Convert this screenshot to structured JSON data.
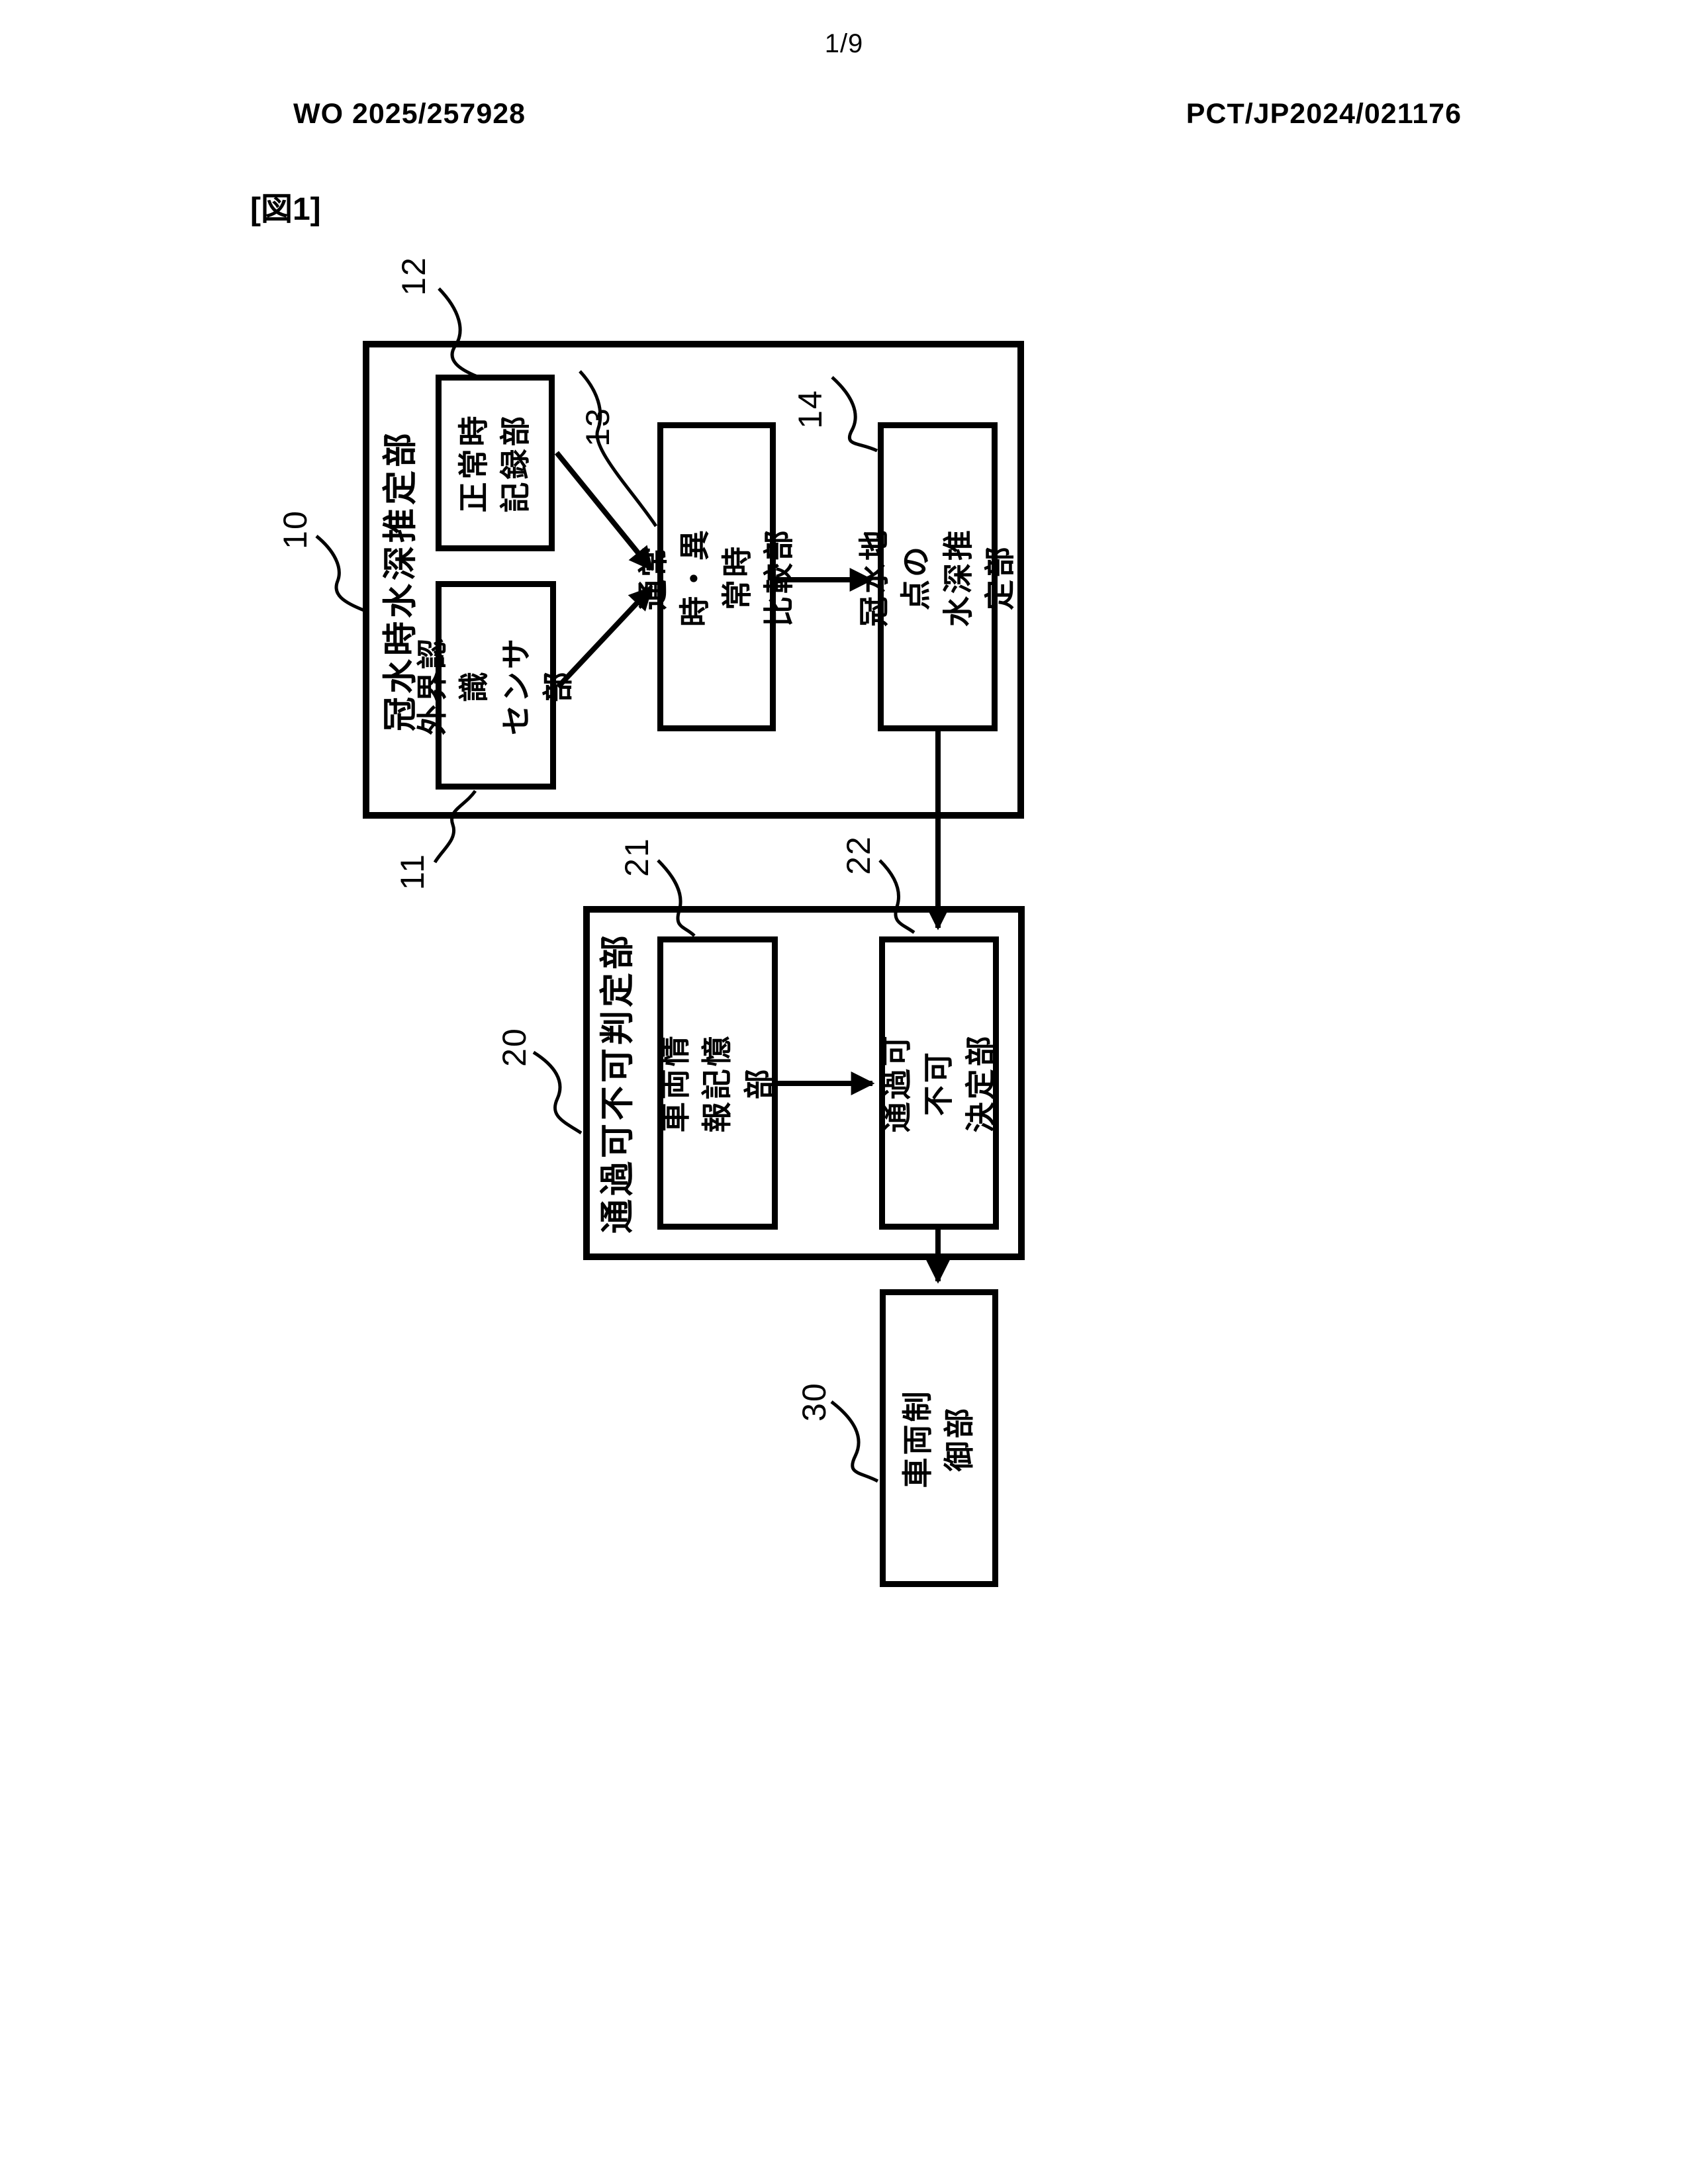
{
  "page": {
    "page_number": "1/9",
    "publication_number": "WO 2025/257928",
    "application_number": "PCT/JP2024/021176",
    "figure_label": "[図1]"
  },
  "diagram": {
    "group10": {
      "ref": "10",
      "label": "冠水時水深推定部"
    },
    "group20": {
      "ref": "20",
      "label": "通過可不可判定部"
    },
    "b11": {
      "ref": "11",
      "text": "外界認識\nセンサ部"
    },
    "b12": {
      "ref": "12",
      "text": "正常時\n記録部"
    },
    "b13": {
      "ref": "13",
      "text": "通常時・異常時\n比較部"
    },
    "b14": {
      "ref": "14",
      "text": "冠水地点の\n水深推定部"
    },
    "b21": {
      "ref": "21",
      "text": "車両情報記憶部"
    },
    "b22": {
      "ref": "22",
      "text": "通過可不可\n決定部"
    },
    "b30": {
      "ref": "30",
      "text": "車両制御部"
    }
  }
}
